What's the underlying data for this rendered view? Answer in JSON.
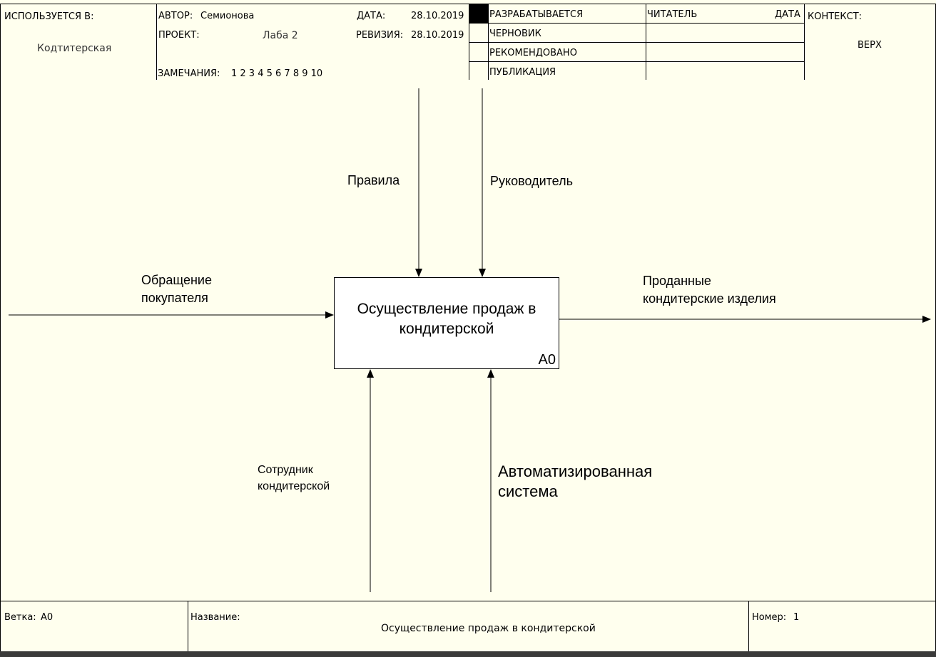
{
  "header": {
    "used_in_label": "ИСПОЛЬЗУЕТСЯ В:",
    "used_in_value": "Кодтитерская",
    "author_label": "АВТОР:",
    "author_value": "Семионова",
    "project_label": "ПРОЕКТ:",
    "project_value": "Лаба 2",
    "notes_label": "ЗАМЕЧАНИЯ:",
    "notes_value": "1 2 3 4 5 6 7 8 9 10",
    "date_label": "ДАТА:",
    "date_value": "28.10.2019",
    "revision_label": "РЕВИЗИЯ:",
    "revision_value": "28.10.2019",
    "status": [
      "РАЗРАБАТЫВАЕТСЯ",
      "ЧЕРНОВИК",
      "РЕКОМЕНДОВАНО",
      "ПУБЛИКАЦИЯ"
    ],
    "reader_label": "ЧИТАТЕЛЬ",
    "reader_date_label": "ДАТА",
    "context_label": "КОНТЕКСТ:",
    "context_value": "ВЕРХ"
  },
  "diagram": {
    "activity_title": "Осуществление продаж в\nкондитерской",
    "activity_id": "A0",
    "arrows": {
      "control_1": "Правила",
      "control_2": "Руководитель",
      "input_1": "Обращение\nпокупателя",
      "output_1": "Проданные\nкондитерские изделия",
      "mechanism_1": "Сотрудник\nкондитерской",
      "mechanism_2": "Автоматизированная\nсистема"
    }
  },
  "footer": {
    "node_label": "Ветка:",
    "node_value": "A0",
    "title_label": "Название:",
    "title_value": "Осуществление продаж в кондитерской",
    "number_label": "Номер:",
    "number_value": "1"
  }
}
